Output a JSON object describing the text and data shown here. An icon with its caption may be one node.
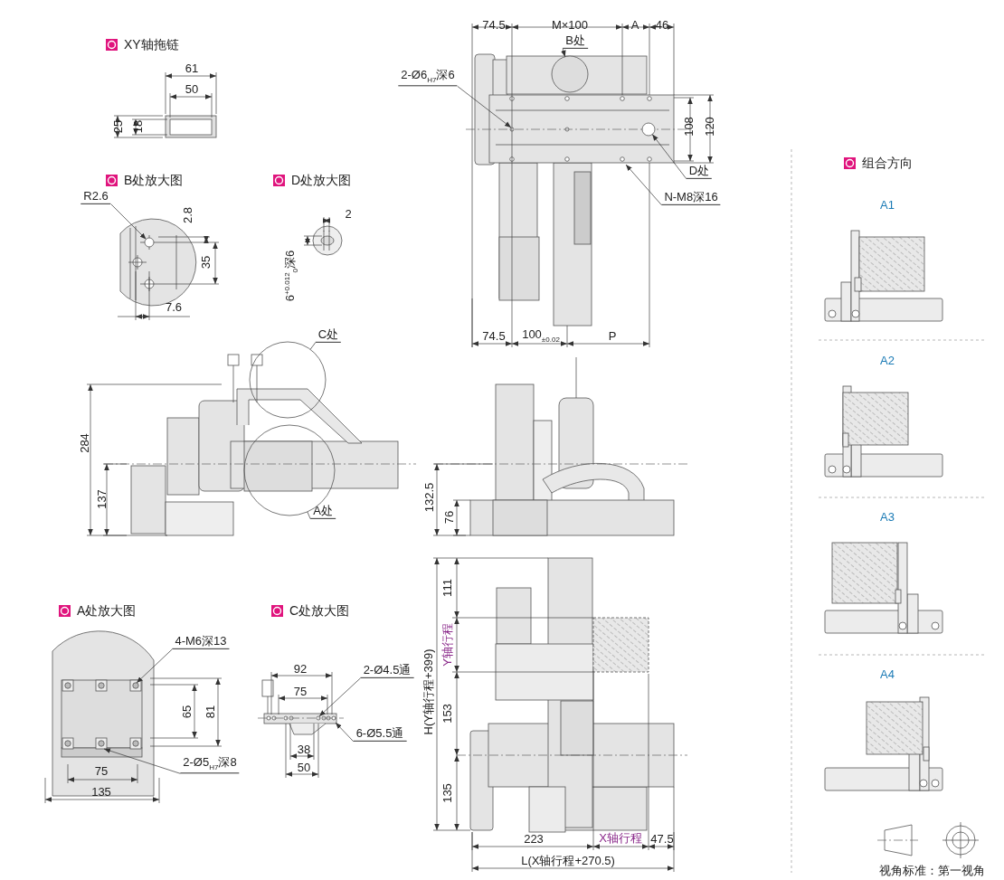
{
  "diagram": {
    "nodes": [
      {
        "text": [
          "B处"
        ]
      },
      {
        "text": [
          "2-Ø6$_{H7}$深6"
        ]
      },
      {
        "text": [
          "D处"
        ]
      },
      {
        "text": [
          "N-M8深16"
        ]
      },
      {
        "text": [
          "R2.6"
        ]
      },
      {
        "text": [
          "C处"
        ]
      },
      {
        "text": [
          "A处"
        ]
      },
      {
        "text": [
          "4-M6深13"
        ]
      },
      {
        "text": [
          "2-Ø5$_{H7}$深8"
        ]
      },
      {
        "text": [
          "2-Ø4.5通"
        ]
      },
      {
        "text": [
          "6-Ø5.5通"
        ]
      },
      {
        "text": [],
        "shape": "circle"
      },
      {
        "text": [],
        "shape": "circle"
      },
      {
        "text": [],
        "shape": "circle"
      },
      {
        "text": [],
        "shape": "circle"
      },
      {
        "text": [],
        "shape": "circle"
      }
    ],
    "edges": [
      {
        "from": 0,
        "to": 11,
        "arrow": "to"
      },
      {
        "from": 1,
        "to": null,
        "arrow": "to"
      },
      {
        "from": 2,
        "to": 12,
        "arrow": "to"
      },
      {
        "from": 3,
        "to": null,
        "arrow": "to"
      },
      {
        "from": 4,
        "to": 15,
        "arrow": "to"
      },
      {
        "from": 5,
        "to": 13,
        "arrow": "none"
      },
      {
        "from": 6,
        "to": 14,
        "arrow": "none"
      },
      {
        "from": 7,
        "to": null,
        "arrow": "to"
      },
      {
        "from": 8,
        "to": null,
        "arrow": "to"
      },
      {
        "from": 9,
        "to": null,
        "arrow": "to"
      },
      {
        "from": 10,
        "to": null,
        "arrow": "to"
      }
    ],
    "labels": [
      "XY轴拖链",
      "61",
      "50",
      "25",
      "18",
      "B处放大图",
      "D处放大图",
      "2.8",
      "35",
      "7.6",
      "2",
      "6$^{+0.012}$$_{0}$深6",
      "74.5",
      "M×100",
      "A",
      "46",
      "108",
      "120",
      "74.5",
      "100$_{±0.02}$",
      "P",
      "284",
      "137",
      "132.5",
      "76",
      "组合方向",
      "A1",
      "A2",
      "A3",
      "A4",
      "A处放大图",
      "C处放大图",
      "65",
      "81",
      "75",
      "135",
      "92",
      "75",
      "38",
      "50",
      "H(Y轴行程+399)",
      "111",
      "Y轴行程",
      "153",
      "135",
      "223",
      "X轴行程",
      "47.5",
      "L(X轴行程+270.5)",
      "视角标准：第一视角"
    ]
  }
}
